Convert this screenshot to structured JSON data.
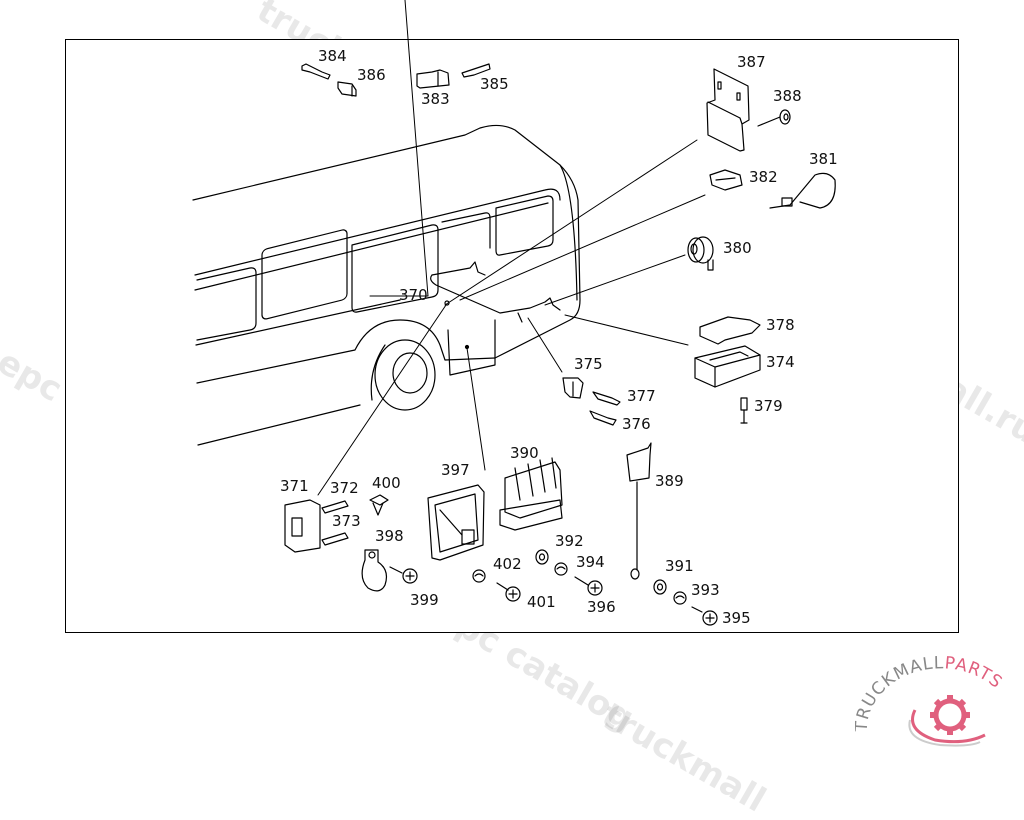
{
  "diagram": {
    "title": "Vehicle electrical components — parts diagram",
    "callouts": [
      {
        "id": "370",
        "label": "370"
      },
      {
        "id": "371",
        "label": "371"
      },
      {
        "id": "372",
        "label": "372"
      },
      {
        "id": "373",
        "label": "373"
      },
      {
        "id": "374",
        "label": "374"
      },
      {
        "id": "375",
        "label": "375"
      },
      {
        "id": "376",
        "label": "376"
      },
      {
        "id": "377",
        "label": "377"
      },
      {
        "id": "378",
        "label": "378"
      },
      {
        "id": "379",
        "label": "379"
      },
      {
        "id": "380",
        "label": "380"
      },
      {
        "id": "381",
        "label": "381"
      },
      {
        "id": "382",
        "label": "382"
      },
      {
        "id": "383",
        "label": "383"
      },
      {
        "id": "384",
        "label": "384"
      },
      {
        "id": "385",
        "label": "385"
      },
      {
        "id": "386",
        "label": "386"
      },
      {
        "id": "387",
        "label": "387"
      },
      {
        "id": "388",
        "label": "388"
      },
      {
        "id": "389",
        "label": "389"
      },
      {
        "id": "390",
        "label": "390"
      },
      {
        "id": "391",
        "label": "391"
      },
      {
        "id": "392",
        "label": "392"
      },
      {
        "id": "393",
        "label": "393"
      },
      {
        "id": "394",
        "label": "394"
      },
      {
        "id": "395",
        "label": "395"
      },
      {
        "id": "396",
        "label": "396"
      },
      {
        "id": "397",
        "label": "397"
      },
      {
        "id": "398",
        "label": "398"
      },
      {
        "id": "399",
        "label": "399"
      },
      {
        "id": "400",
        "label": "400"
      },
      {
        "id": "401",
        "label": "401"
      },
      {
        "id": "402",
        "label": "402"
      }
    ]
  },
  "watermarks": [
    "truckmall.ru epc catalog",
    "l epc catalog",
    "truckmall.ru e",
    "truckmall.ru epc catalog",
    "truckmall.ru epc catalog",
    "truckmall"
  ],
  "logo": {
    "text_dark": "TRUCKMALL",
    "text_accent": "PARTS",
    "accent_color": "#e0607e",
    "dark_color": "#888888"
  }
}
